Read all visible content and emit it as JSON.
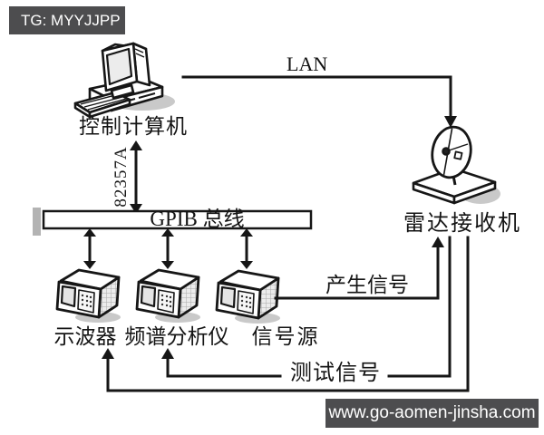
{
  "banners": {
    "top_left": "TG: MYYJJPP",
    "bottom_right": "www.go-aomen-jinsha.com"
  },
  "diagram": {
    "nodes": {
      "computer": "控制计算机",
      "radar_receiver": "雷达接收机",
      "gpib_bus": "GPIB 总线",
      "oscilloscope": "示波器",
      "spectrum_analyzer": "频谱分析仪",
      "signal_source": "信号源"
    },
    "links": {
      "lan": "LAN",
      "adapter": "82357A",
      "generate_signal": "产生信号",
      "test_signal": "测试信号"
    }
  },
  "colors": {
    "line": "#161616",
    "banner_bg": "#4d4d4f",
    "banner_text": "#ffffff",
    "shadow": "#c9c9c9",
    "background": "#ffffff"
  }
}
